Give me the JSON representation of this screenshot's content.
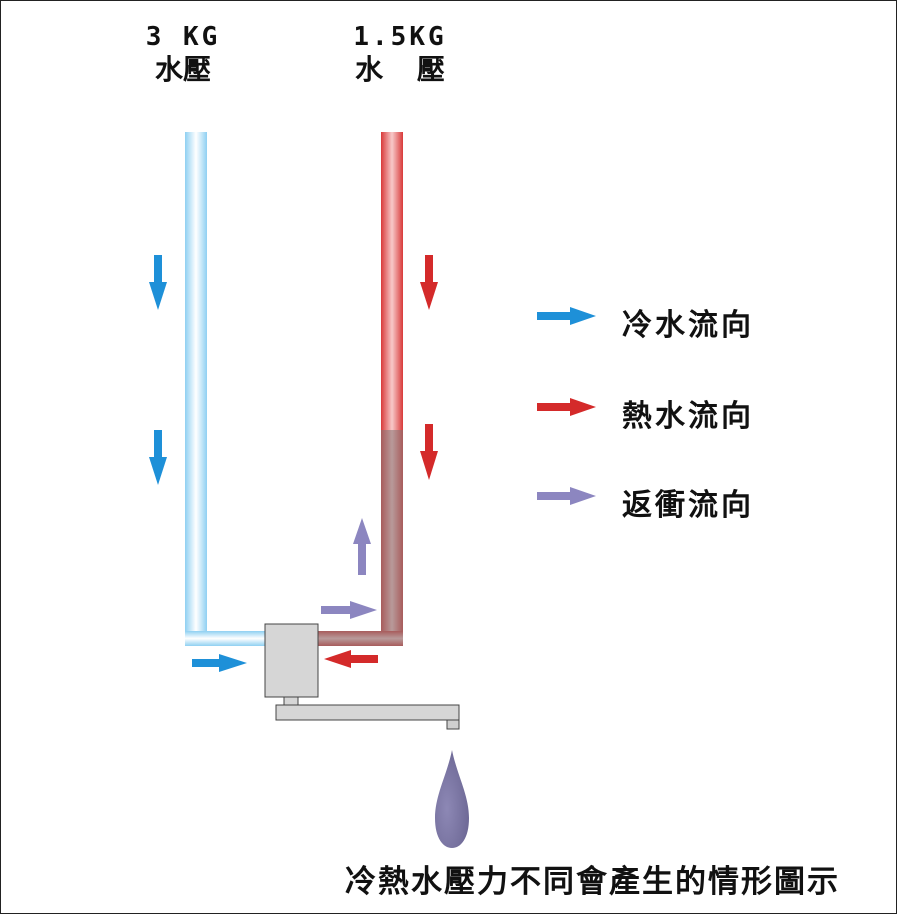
{
  "cold": {
    "pressure_line1": "3 KG",
    "pressure_line2": "水壓",
    "color": "#1e90d8",
    "pipe_color": "#bfe6fa"
  },
  "hot": {
    "pressure_line1": "1.5KG",
    "pressure_line2": "水  壓",
    "color": "#d42a2a",
    "pipe_color": "#e05858"
  },
  "backflow": {
    "color": "#8c86c0",
    "pipe_color": "#a36a6a"
  },
  "legend": [
    {
      "label": "冷水流向",
      "color": "#1e90d8"
    },
    {
      "label": "熱水流向",
      "color": "#d42a2a"
    },
    {
      "label": "返衝流向",
      "color": "#8c86c0"
    }
  ],
  "caption": "冷熱水壓力不同會產生的情形圖示",
  "drop_color": "#7b76a3"
}
